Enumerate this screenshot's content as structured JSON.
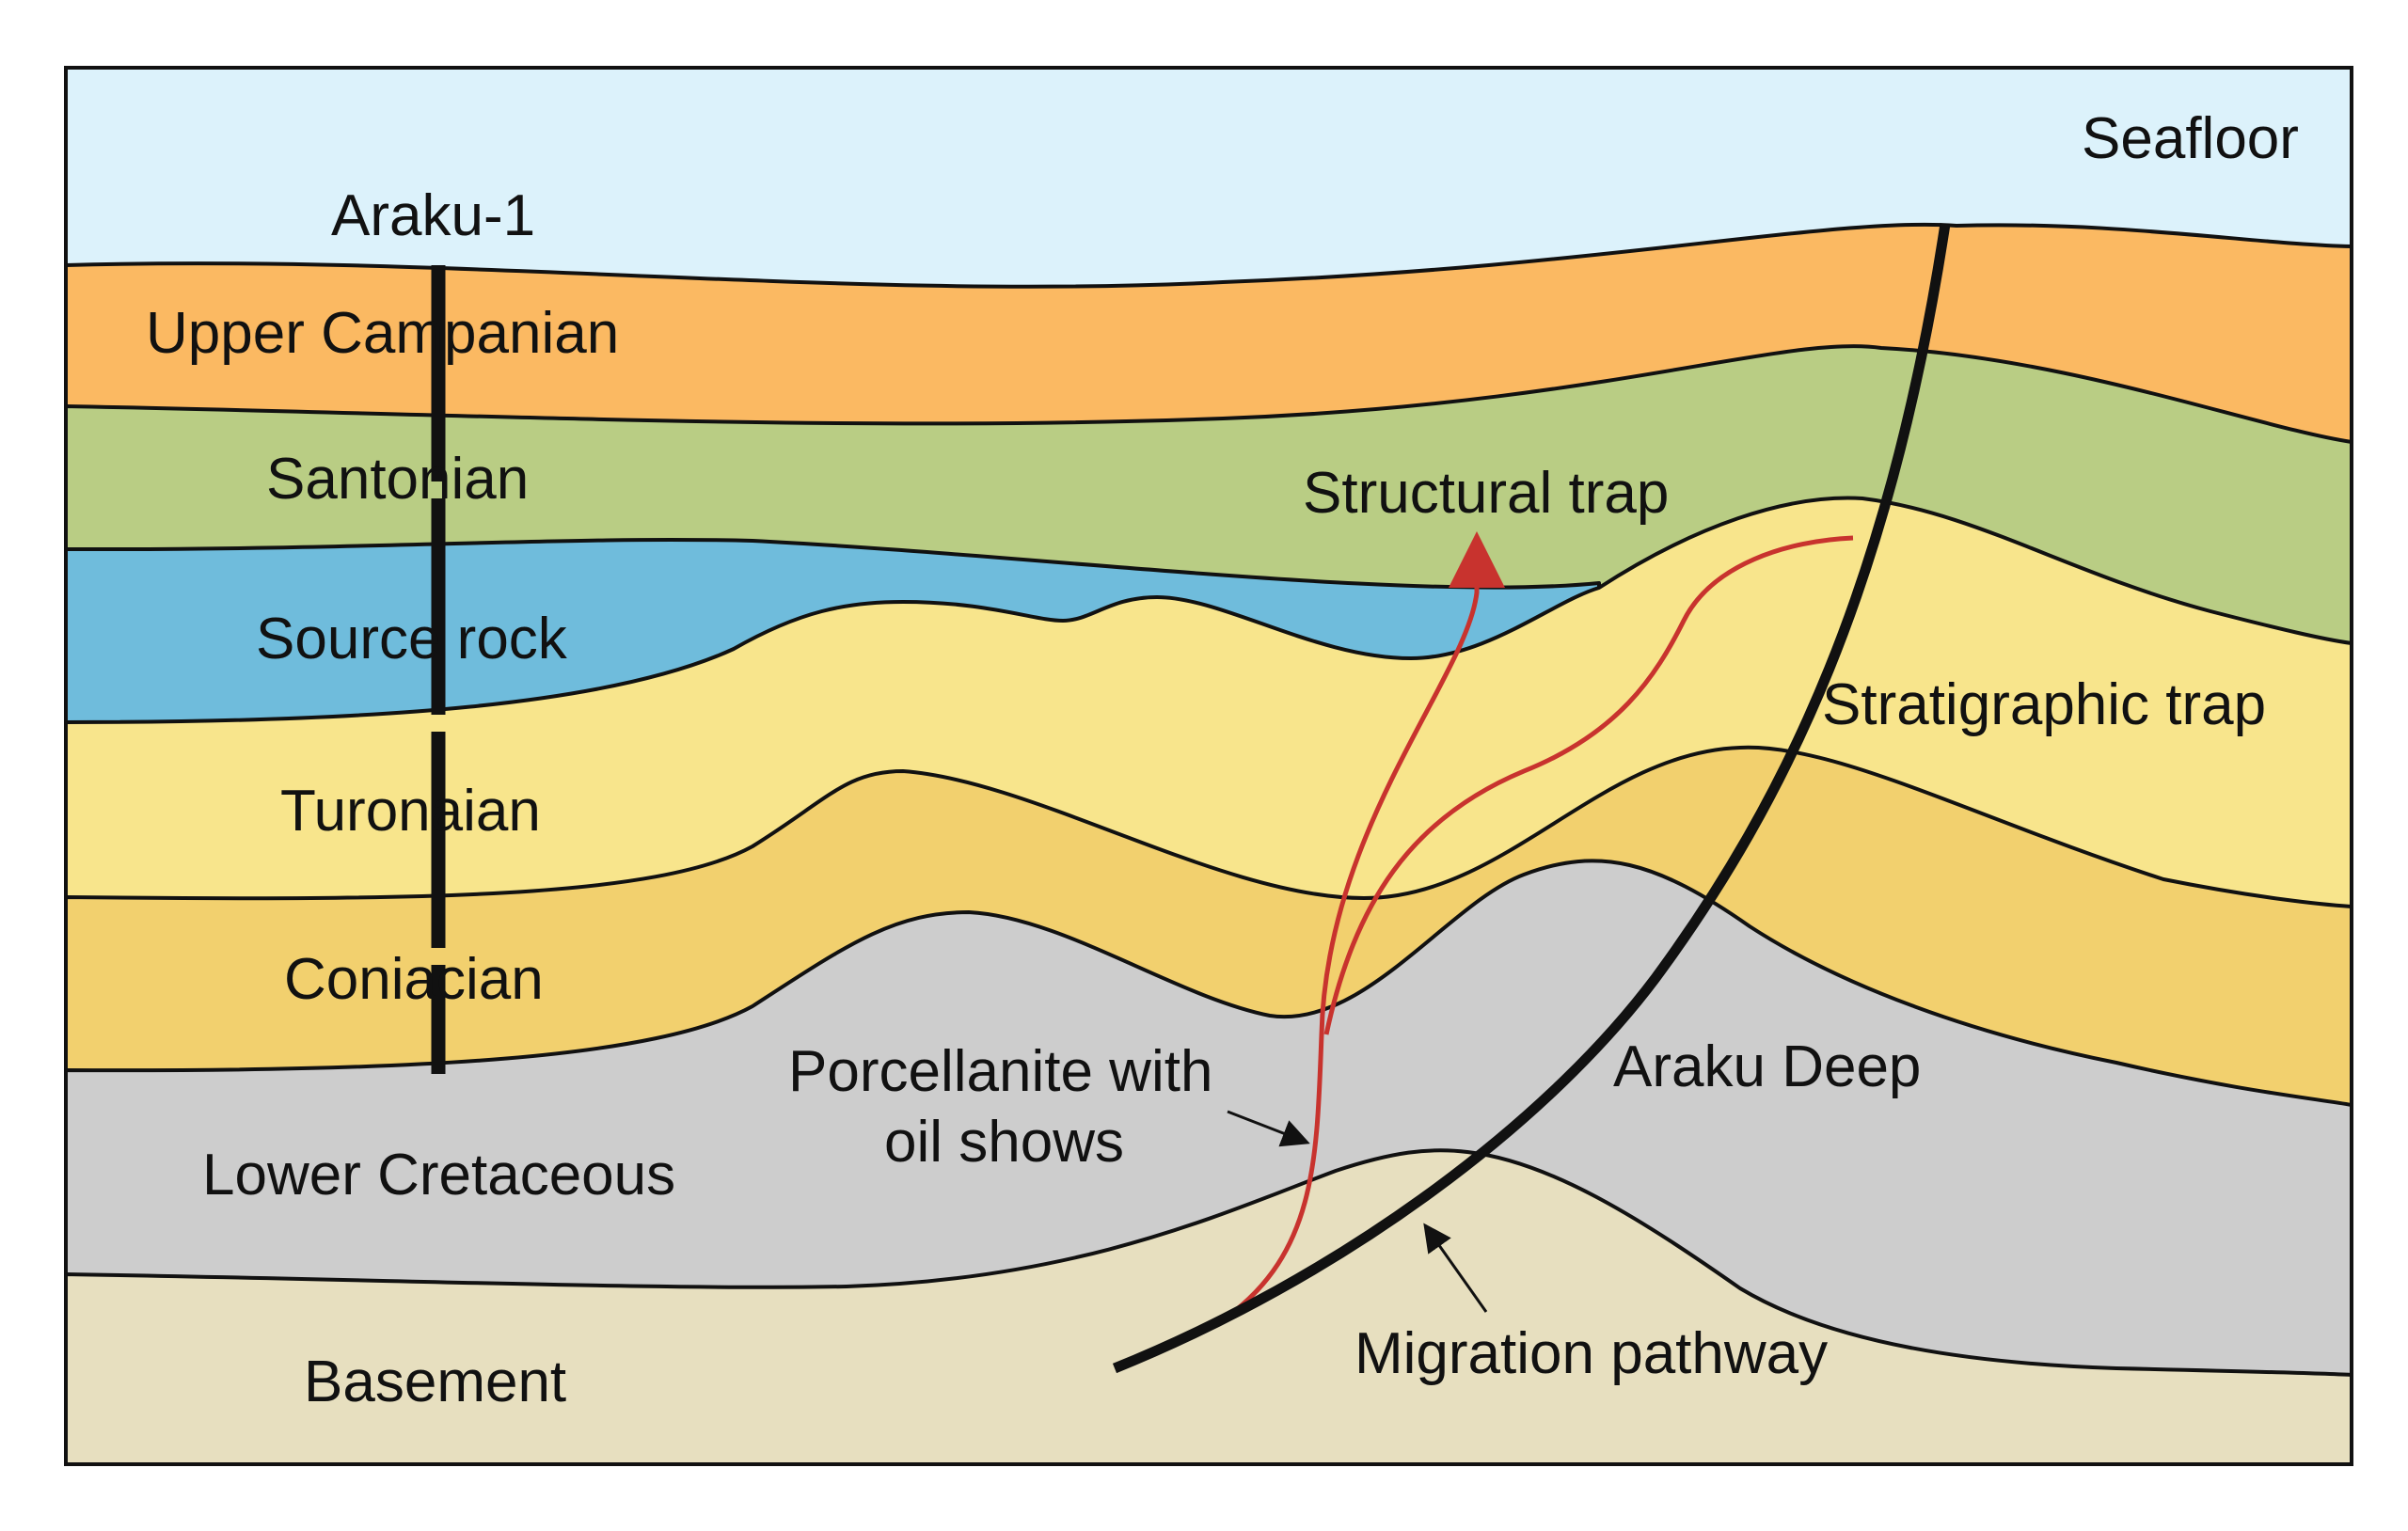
{
  "labels": {
    "seafloor": "Seafloor",
    "well": "Araku-1",
    "upper_campanian": "Upper Campanian",
    "santonian": "Santonian",
    "source_rock": "Source rock",
    "turonaian": "Turonaian",
    "coniacian": "Coniacian",
    "lower_cretaceous": "Lower Cretaceous",
    "basement": "Basement",
    "structural_trap": "Structural trap",
    "stratigraphic_trap": "Stratigraphic trap",
    "porcellanite_line1": "Porcellanite with",
    "porcellanite_line2": "oil shows",
    "araku_deep": "Araku Deep",
    "migration_pathway": "Migration pathway"
  },
  "colors": {
    "sea": "#dcf2fb",
    "upper_campanian": "#fbb962",
    "santonian": "#b9cd84",
    "source_rock": "#6fbcdc",
    "turonaian": "#f8e58c",
    "coniacian": "#f2d06e",
    "lower_cretaceous": "#cdcdcd",
    "basement": "#e7dfbf",
    "fault": "#111111",
    "oil_migration": "#c8332e"
  }
}
